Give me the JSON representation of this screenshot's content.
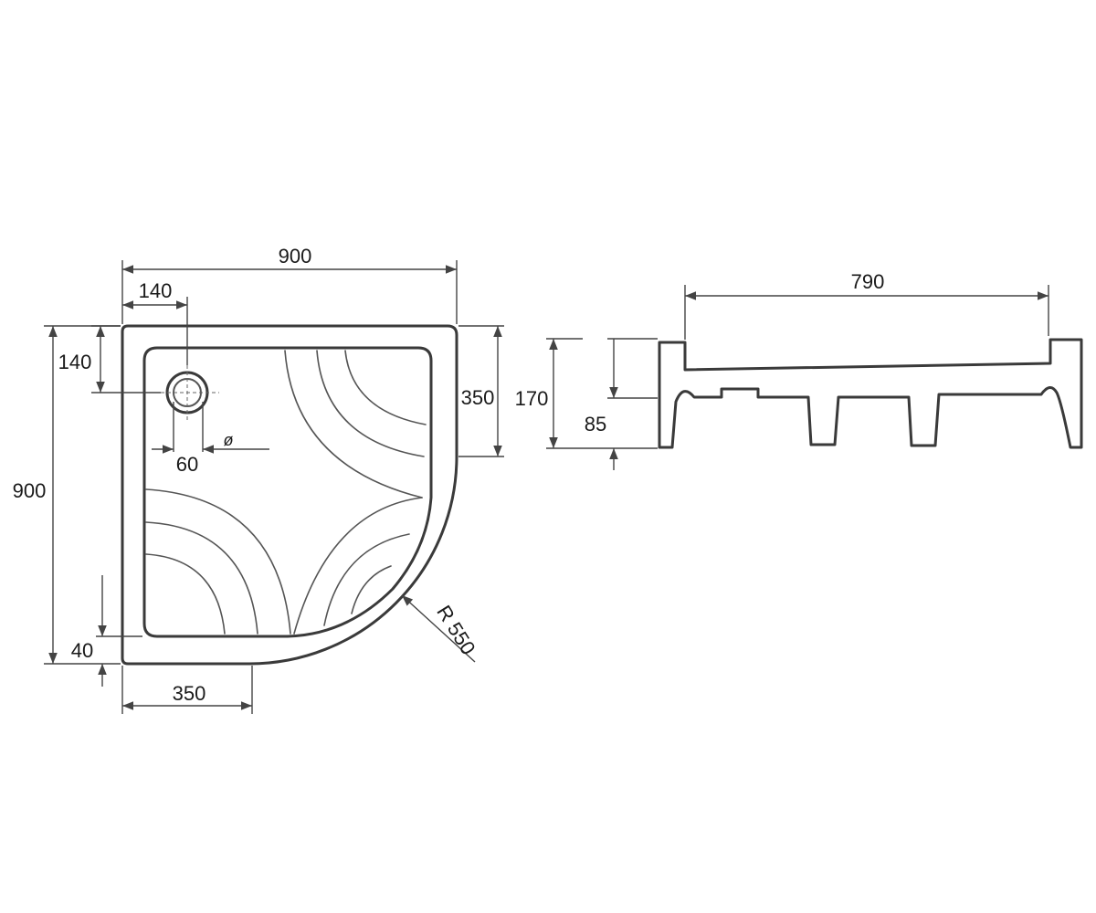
{
  "top_view": {
    "width_label": "900",
    "height_label": "900",
    "drain_offset_x_label": "140",
    "drain_offset_y_label": "140",
    "drain_diameter_label": "60",
    "diameter_symbol": "ø",
    "side_straight_label": "350",
    "bottom_straight_label": "350",
    "rim_label": "40",
    "radius_label": "R 550"
  },
  "side_view": {
    "inner_width_label": "790",
    "total_height_label": "170",
    "base_height_label": "85"
  }
}
